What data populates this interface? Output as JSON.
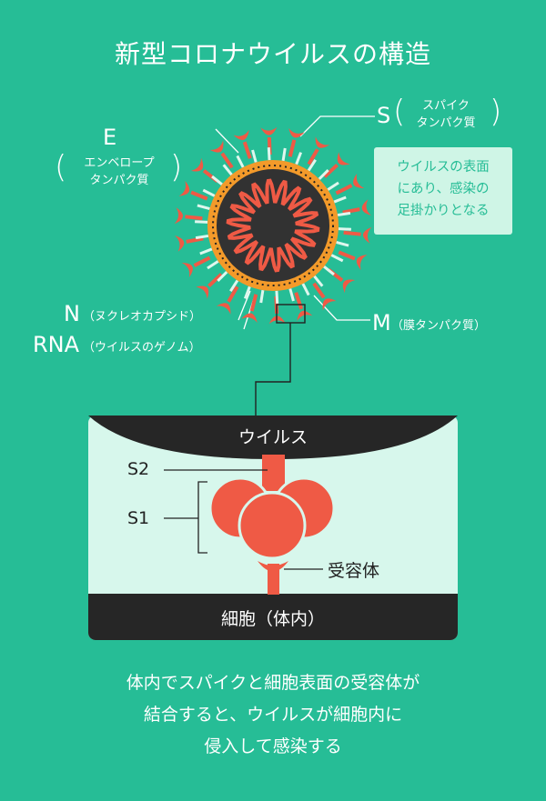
{
  "title": "新型コロナウイルスの構造",
  "labels": {
    "e": {
      "letter": "E",
      "line1": "エンベロープ",
      "line2": "タンパク質"
    },
    "s": {
      "letter": "S",
      "line1": "スパイク",
      "line2": "タンパク質"
    },
    "n": {
      "letter": "N",
      "desc": "（ヌクレオカプシド）"
    },
    "rna": {
      "letter": "RNA",
      "desc": "（ウイルスのゲノム）"
    },
    "m": {
      "letter": "M",
      "desc": "（膜タンパク質）"
    }
  },
  "note": {
    "line1": "ウイルスの表面",
    "line2": "にあり、感染の",
    "line3": "足掛かりとなる"
  },
  "detail": {
    "virus_label": "ウイルス",
    "s2_label": "S2",
    "s1_label": "S1",
    "receptor_label": "受容体",
    "cell_label": "細胞（体内）"
  },
  "caption": {
    "line1": "体内でスパイクと細胞表面の受容体が",
    "line2": "結合すると、ウイルスが細胞内に",
    "line3": "侵入して感染する"
  },
  "colors": {
    "background": "#26bd96",
    "spike": "#ef5a45",
    "envelope": "#f39a2a",
    "core": "#323232",
    "panel": "#d7f7ec"
  }
}
